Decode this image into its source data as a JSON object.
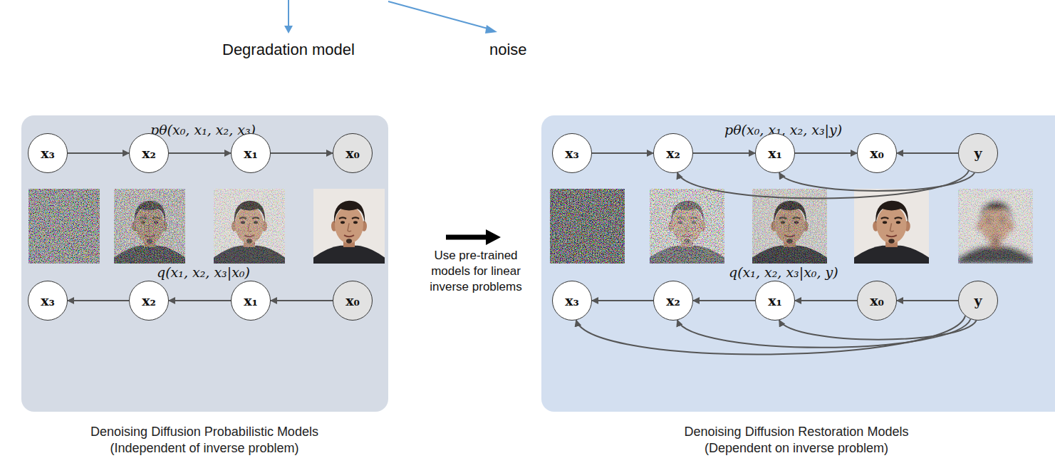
{
  "diagram": {
    "nodes": [
      {
        "text": [
          "pθ(x₀, x₁, x₂, x₃)",
          "q(x₁, x₂, x₃|x₀)",
          "Denoising Diffusion Probabilistic Models (Independent of inverse problem)"
        ]
      },
      {
        "text": [
          "x₃"
        ],
        "in": 0
      },
      {
        "text": [
          "x₂"
        ],
        "in": 0
      },
      {
        "text": [
          "x₁"
        ],
        "in": 0
      },
      {
        "text": [
          "x₀"
        ],
        "in": 0
      },
      {
        "text": [
          "x₃"
        ],
        "in": 0
      },
      {
        "text": [
          "x₂"
        ],
        "in": 0
      },
      {
        "text": [
          "x₁"
        ],
        "in": 0
      },
      {
        "text": [
          "x₀"
        ],
        "in": 0
      },
      {
        "text": [
          "pθ(x₀, x₁, x₂, x₃|y)",
          "q(x₁, x₂, x₃|x₀, y)",
          "Denoising Diffusion Restoration Models (Dependent on inverse problem)"
        ]
      },
      {
        "text": [
          "x₃"
        ],
        "in": 9
      },
      {
        "text": [
          "x₂"
        ],
        "in": 9
      },
      {
        "text": [
          "x₁"
        ],
        "in": 9
      },
      {
        "text": [
          "x₀"
        ],
        "in": 9
      },
      {
        "text": [
          "y"
        ],
        "in": 9
      },
      {
        "text": [
          "x₃"
        ],
        "in": 9
      },
      {
        "text": [
          "x₂"
        ],
        "in": 9
      },
      {
        "text": [
          "x₁"
        ],
        "in": 9
      },
      {
        "text": [
          "x₀"
        ],
        "in": 9
      },
      {
        "text": [
          "y"
        ],
        "in": 9
      }
    ],
    "edges": [
      {
        "from": 1,
        "to": 2,
        "arrow": "to"
      },
      {
        "from": 2,
        "to": 3,
        "arrow": "to"
      },
      {
        "from": 3,
        "to": 4,
        "arrow": "to"
      },
      {
        "from": 8,
        "to": 7,
        "arrow": "to"
      },
      {
        "from": 7,
        "to": 6,
        "arrow": "to"
      },
      {
        "from": 6,
        "to": 5,
        "arrow": "to"
      },
      {
        "from": 10,
        "to": 11,
        "arrow": "to"
      },
      {
        "from": 11,
        "to": 12,
        "arrow": "to"
      },
      {
        "from": 12,
        "to": 13,
        "arrow": "to"
      },
      {
        "from": 14,
        "to": 13,
        "arrow": "to"
      },
      {
        "from": 14,
        "to": 12,
        "arrow": "to"
      },
      {
        "from": 14,
        "to": 11,
        "arrow": "to"
      },
      {
        "from": 18,
        "to": 17,
        "arrow": "to"
      },
      {
        "from": 17,
        "to": 16,
        "arrow": "to"
      },
      {
        "from": 16,
        "to": 15,
        "arrow": "to"
      },
      {
        "from": 19,
        "to": 18,
        "arrow": "to"
      },
      {
        "from": 19,
        "to": 17,
        "arrow": "to"
      },
      {
        "from": 19,
        "to": 16,
        "arrow": "to"
      },
      {
        "from": 19,
        "to": 15,
        "arrow": "to"
      }
    ],
    "labels": [
      "Degradation model",
      "noise",
      "Use pre-trained models for linear inverse problems"
    ]
  }
}
